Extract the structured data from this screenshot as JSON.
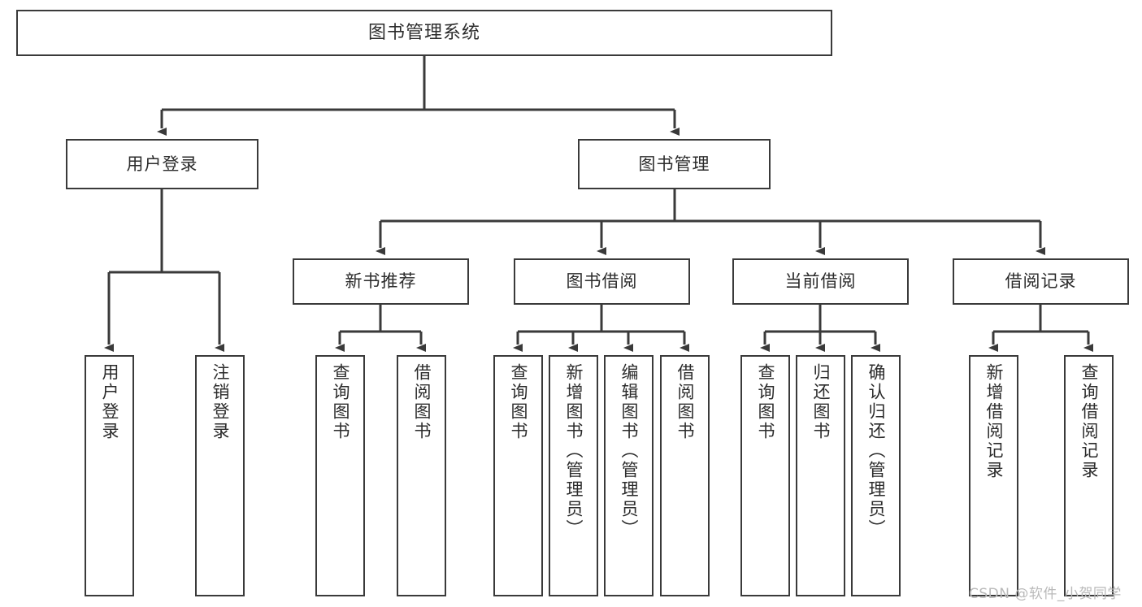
{
  "diagram": {
    "title": "图书管理系统",
    "type": "tree-hierarchy",
    "colors": {
      "border": "#3a3a3a",
      "fill": "#ffffff",
      "text": "#2b2b2b",
      "edge": "#3a3a3a",
      "watermark": "#b9b9b9"
    },
    "levels": {
      "root": {
        "label": "图书管理系统"
      },
      "level2": [
        {
          "label": "用户登录"
        },
        {
          "label": "图书管理"
        }
      ],
      "level3": [
        {
          "label": "新书推荐"
        },
        {
          "label": "图书借阅"
        },
        {
          "label": "当前借阅"
        },
        {
          "label": "借阅记录"
        }
      ],
      "leaves": {
        "user_login": [
          {
            "label": "用户登录"
          },
          {
            "label": "注销登录"
          }
        ],
        "new_book_recommend": [
          {
            "label": "查询图书"
          },
          {
            "label": "借阅图书"
          }
        ],
        "book_borrow": [
          {
            "label": "查询图书"
          },
          {
            "label": "新增图书（管理员）"
          },
          {
            "label": "编辑图书（管理员）"
          },
          {
            "label": "借阅图书"
          }
        ],
        "current_borrow": [
          {
            "label": "查询图书"
          },
          {
            "label": "归还图书"
          },
          {
            "label": "确认归还（管理员）"
          }
        ],
        "borrow_record": [
          {
            "label": "新增借阅记录"
          },
          {
            "label": "查询借阅记录"
          }
        ]
      }
    },
    "watermark": "CSDN @软件_小贺同学"
  }
}
